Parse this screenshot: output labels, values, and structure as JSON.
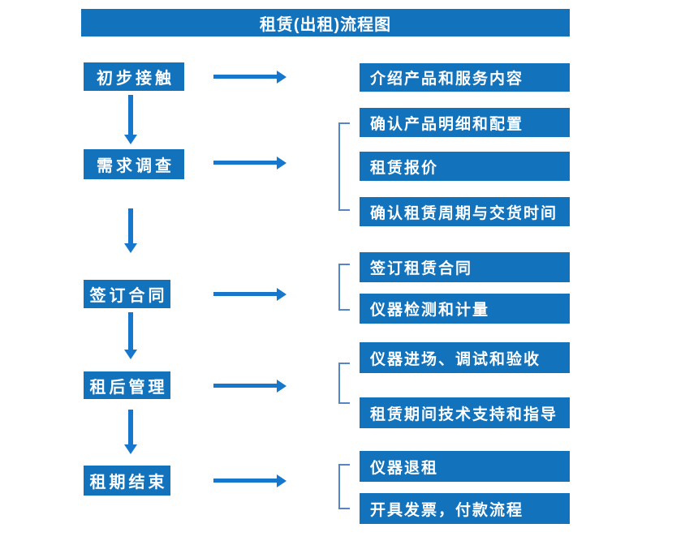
{
  "title": "租赁(出租)流程图",
  "colors": {
    "box": "#1272BC",
    "arrow": "#1677CD",
    "bracket": "#5585C5",
    "text": "#FFFFFF",
    "background": "#FFFFFF"
  },
  "steps": [
    {
      "label": "初步接触",
      "details": [
        "介绍产品和服务内容"
      ]
    },
    {
      "label": "需求调查",
      "details": [
        "确认产品明细和配置",
        "租赁报价",
        "确认租赁周期与交货时间"
      ]
    },
    {
      "label": "签订合同",
      "details": [
        "签订租赁合同",
        "仪器检测和计量"
      ]
    },
    {
      "label": "租后管理",
      "details": [
        "仪器进场、调试和验收",
        "租赁期间技术支持和指导"
      ]
    },
    {
      "label": "租期结束",
      "details": [
        "仪器退租",
        "开具发票，付款流程"
      ]
    }
  ]
}
